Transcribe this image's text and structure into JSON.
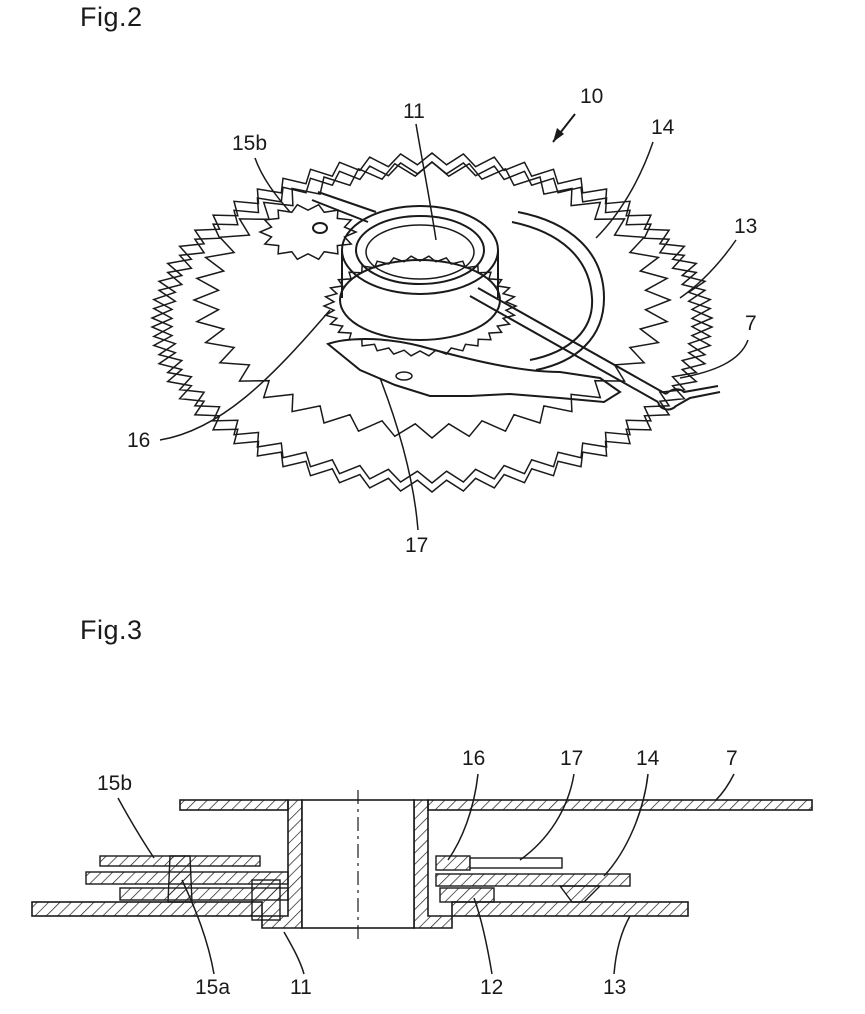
{
  "figures": [
    {
      "title": "Fig.2",
      "assembly_label": "10",
      "labels": [
        "11",
        "15b",
        "14",
        "13",
        "7",
        "16",
        "17"
      ]
    },
    {
      "title": "Fig.3",
      "top_labels": [
        "15b",
        "16",
        "17",
        "14",
        "7"
      ],
      "bottom_labels": [
        "15a",
        "11",
        "12",
        "13"
      ]
    }
  ]
}
